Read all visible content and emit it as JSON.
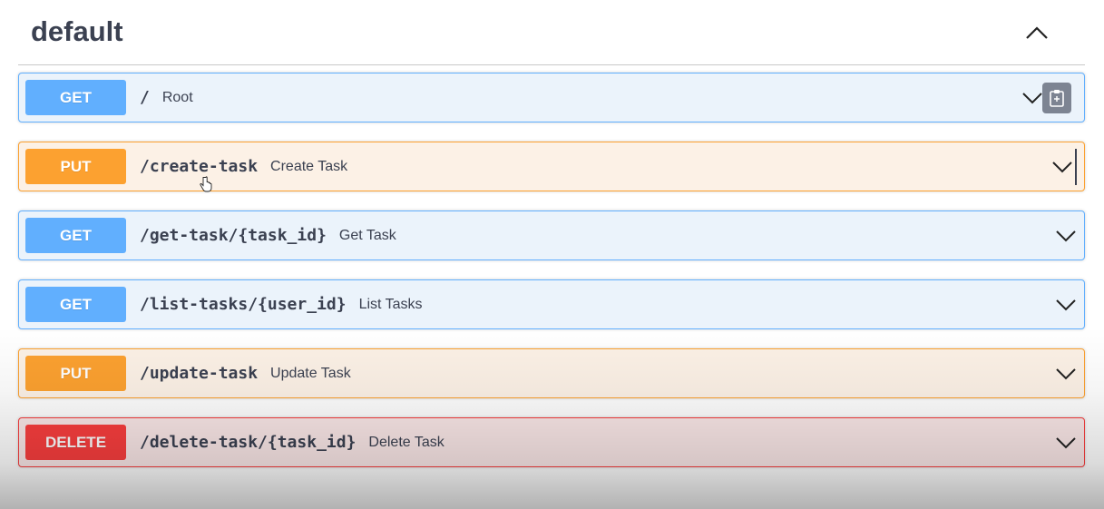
{
  "section": {
    "title": "default",
    "toggle_icon": "chevron-up-icon"
  },
  "operations": [
    {
      "method": "GET",
      "path": "/",
      "summary": "Root",
      "has_copy": true,
      "copy_icon": "clipboard-icon"
    },
    {
      "method": "PUT",
      "path": "/create-task",
      "summary": "Create Task"
    },
    {
      "method": "GET",
      "path": "/get-task/{task_id}",
      "summary": "Get Task"
    },
    {
      "method": "GET",
      "path": "/list-tasks/{user_id}",
      "summary": "List Tasks"
    },
    {
      "method": "PUT",
      "path": "/update-task",
      "summary": "Update Task"
    },
    {
      "method": "DELETE",
      "path": "/delete-task/{task_id}",
      "summary": "Delete Task"
    }
  ],
  "colors": {
    "get": "#61affe",
    "put": "#fca130",
    "delete": "#f93e3e",
    "text": "#3b4151"
  }
}
